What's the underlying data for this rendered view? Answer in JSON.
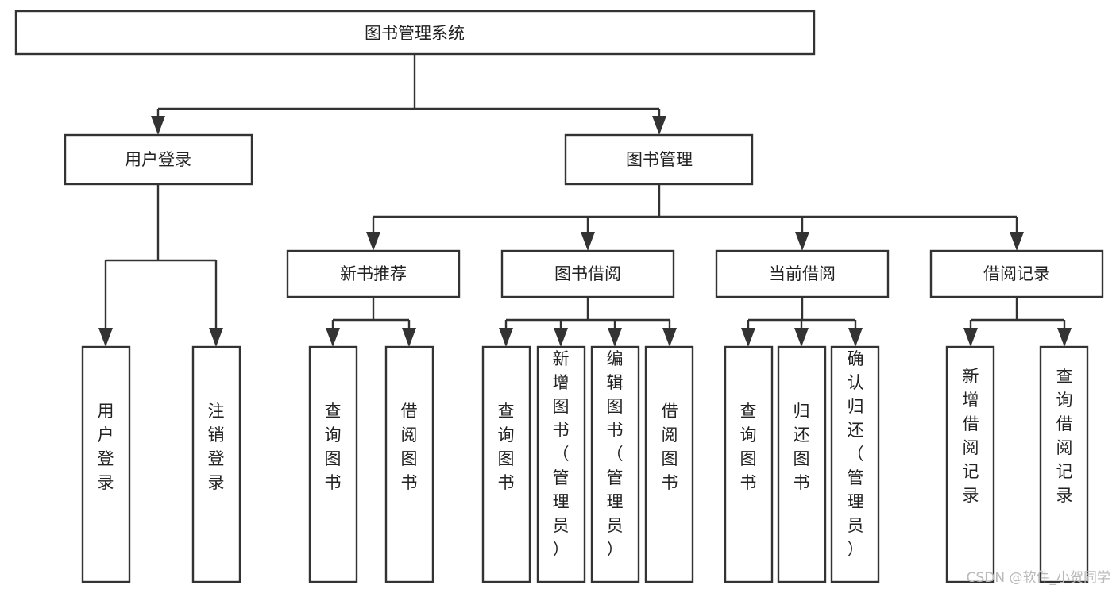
{
  "diagram": {
    "title": "图书管理系统",
    "root": {
      "label": "图书管理系统"
    },
    "level1": [
      {
        "label": "用户登录"
      },
      {
        "label": "图书管理"
      }
    ],
    "level2": [
      {
        "label": "新书推荐"
      },
      {
        "label": "图书借阅"
      },
      {
        "label": "当前借阅"
      },
      {
        "label": "借阅记录"
      }
    ],
    "leaves": {
      "user_login": [
        {
          "label": "用户登录"
        },
        {
          "label": "注销登录"
        }
      ],
      "new_book_recommend": [
        {
          "label": "查询图书"
        },
        {
          "label": "借阅图书"
        }
      ],
      "book_borrow": [
        {
          "label": "查询图书"
        },
        {
          "label": "新增图书（管理员）"
        },
        {
          "label": "编辑图书（管理员）"
        },
        {
          "label": "借阅图书"
        }
      ],
      "current_borrow": [
        {
          "label": "查询图书"
        },
        {
          "label": "归还图书"
        },
        {
          "label": "确认归还（管理员）"
        }
      ],
      "borrow_record": [
        {
          "label": "新增借阅记录"
        },
        {
          "label": "查询借阅记录"
        }
      ]
    }
  },
  "watermark": {
    "text": "CSDN @软件_小贺同学"
  },
  "colors": {
    "box_border": "#333333",
    "box_fill": "#ffffff",
    "text": "#222222",
    "watermark": "#b9b9b9",
    "background": "#ffffff"
  }
}
